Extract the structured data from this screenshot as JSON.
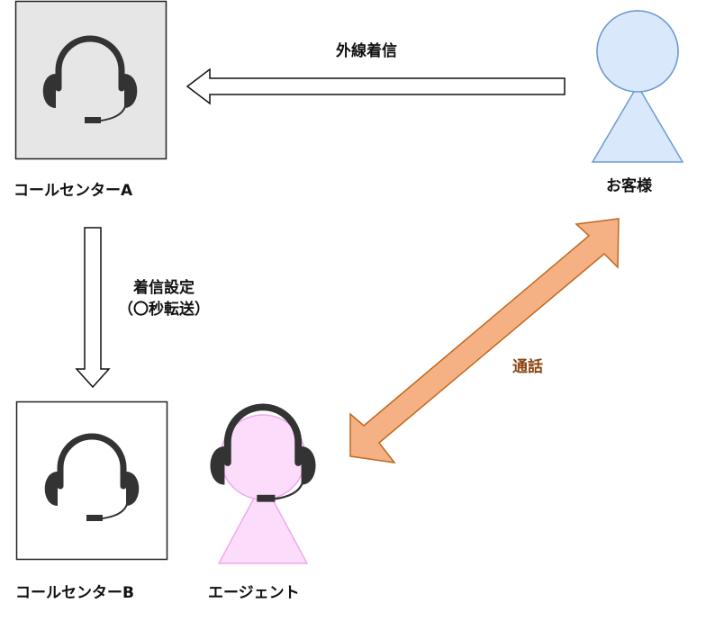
{
  "nodes": {
    "call_center_a": {
      "label": "コールセンターA",
      "fill": "#e6e6e6",
      "icon": "headset-icon"
    },
    "call_center_b": {
      "label": "コールセンターB",
      "fill": "#ffffff",
      "icon": "headset-icon"
    },
    "customer": {
      "label": "お客様",
      "fill": "#dae8fc",
      "stroke": "#6c9cd0",
      "icon": "person-icon"
    },
    "agent": {
      "label": "エージェント",
      "fill": "#fcdcfb",
      "stroke": "#f0a8ec",
      "icon": "person-with-headset-icon"
    }
  },
  "edges": {
    "incoming_call": {
      "label": "外線着信",
      "from": "customer",
      "to": "call_center_a"
    },
    "forward_setting": {
      "label_line1": "着信設定",
      "label_line2": "（〇秒転送）",
      "from": "call_center_a",
      "to": "call_center_b"
    },
    "conversation": {
      "label": "通話",
      "from": "agent",
      "to": "customer",
      "fill": "#f5b183",
      "stroke": "#c0671e",
      "label_color": "#8b4513"
    }
  }
}
